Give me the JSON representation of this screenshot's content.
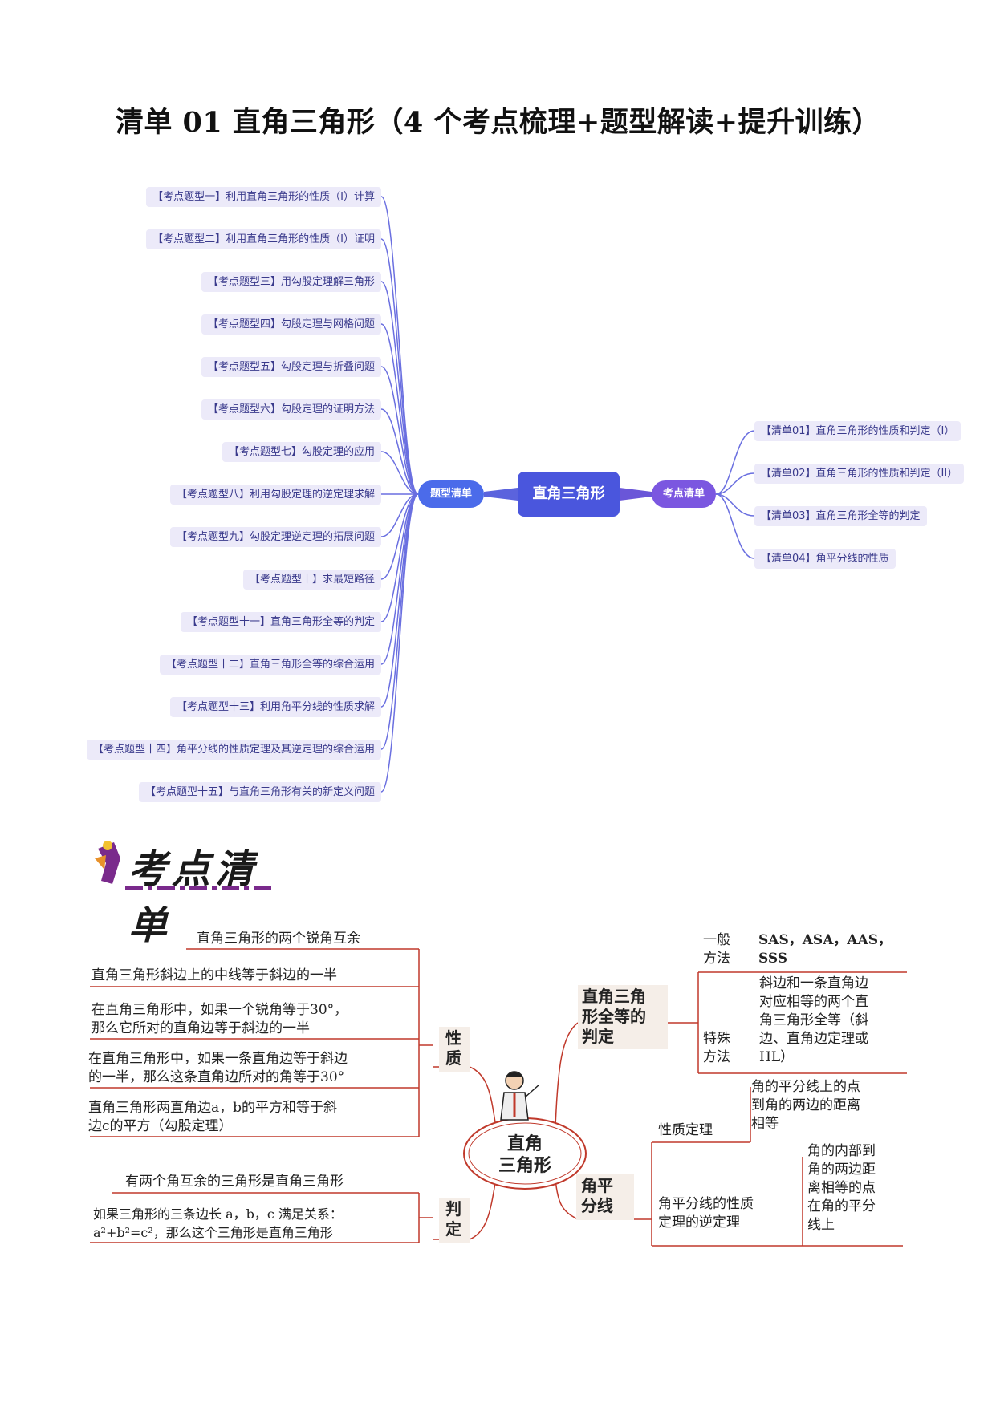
{
  "title": "清单 01 直角三角形（4 个考点梳理+题型解读+提升训练）",
  "mindmap1": {
    "center": "直角三角形",
    "left_hub": "题型清单",
    "right_hub": "考点清单",
    "left_items": [
      "【考点题型一】利用直角三角形的性质（I）计算",
      "【考点题型二】利用直角三角形的性质（I）证明",
      "【考点题型三】用勾股定理解三角形",
      "【考点题型四】勾股定理与网格问题",
      "【考点题型五】勾股定理与折叠问题",
      "【考点题型六】勾股定理的证明方法",
      "【考点题型七】勾股定理的应用",
      "【考点题型八】利用勾股定理的逆定理求解",
      "【考点题型九】勾股定理逆定理的拓展问题",
      "【考点题型十】求最短路径",
      "【考点题型十一】直角三角形全等的判定",
      "【考点题型十二】直角三角形全等的综合运用",
      "【考点题型十三】利用角平分线的性质求解",
      "【考点题型十四】角平分线的性质定理及其逆定理的综合运用",
      "【考点题型十五】与直角三角形有关的新定义问题"
    ],
    "right_items": [
      "【清单01】直角三角形的性质和判定（I）",
      "【清单02】直角三角形的性质和判定（II）",
      "【清单03】直角三角形全等的判定",
      "【清单04】角平分线的性质"
    ]
  },
  "banner": {
    "text": "考点清单"
  },
  "mindmap2": {
    "center": [
      "直角",
      "三角形"
    ],
    "xingzhi": [
      "性",
      "质"
    ],
    "panding": [
      "判",
      "定"
    ],
    "quandeng": [
      "直角三角",
      "形全等的",
      "判定"
    ],
    "jiaopingfen": [
      "角平",
      "分线"
    ],
    "xingzhi_items": [
      [
        "直角三角形的两个锐角互余"
      ],
      [
        "直角三角形斜边上的中线等于斜边的一半"
      ],
      [
        "在直角三角形中，如果一个锐角等于30°，",
        "那么它所对的直角边等于斜边的一半"
      ],
      [
        "在直角三角形中，如果一条直角边等于斜边",
        "的一半，那么这条直角边所对的角等于30°"
      ],
      [
        "直角三角形两直角边a，b的平方和等于斜",
        "边c的平方（勾股定理）"
      ]
    ],
    "panding_items": [
      [
        "有两个角互余的三角形是直角三角形"
      ],
      [
        "如果三角形的三条边长 a，b，c 满足关系：",
        "a²+b²=c²，那么这个三角形是直角三角形"
      ]
    ],
    "quandeng_general_label": [
      "一般",
      "方法"
    ],
    "quandeng_general_text": [
      "SAS，ASA，AAS，",
      "SSS"
    ],
    "quandeng_special_label": [
      "特殊",
      "方法"
    ],
    "quandeng_special_text": [
      "斜边和一条直角边",
      "对应相等的两个直",
      "角三角形全等（斜",
      "边、直角边定理或",
      "HL）"
    ],
    "jp_theorem_label": "性质定理",
    "jp_theorem_text": [
      "角的平分线上的点",
      "到角的两边的距离",
      "相等"
    ],
    "jp_converse_label": [
      "角平分线的性质",
      "定理的逆定理"
    ],
    "jp_converse_text": [
      "角的内部到",
      "角的两边距",
      "离相等的点",
      "在角的平分",
      "线上"
    ]
  }
}
